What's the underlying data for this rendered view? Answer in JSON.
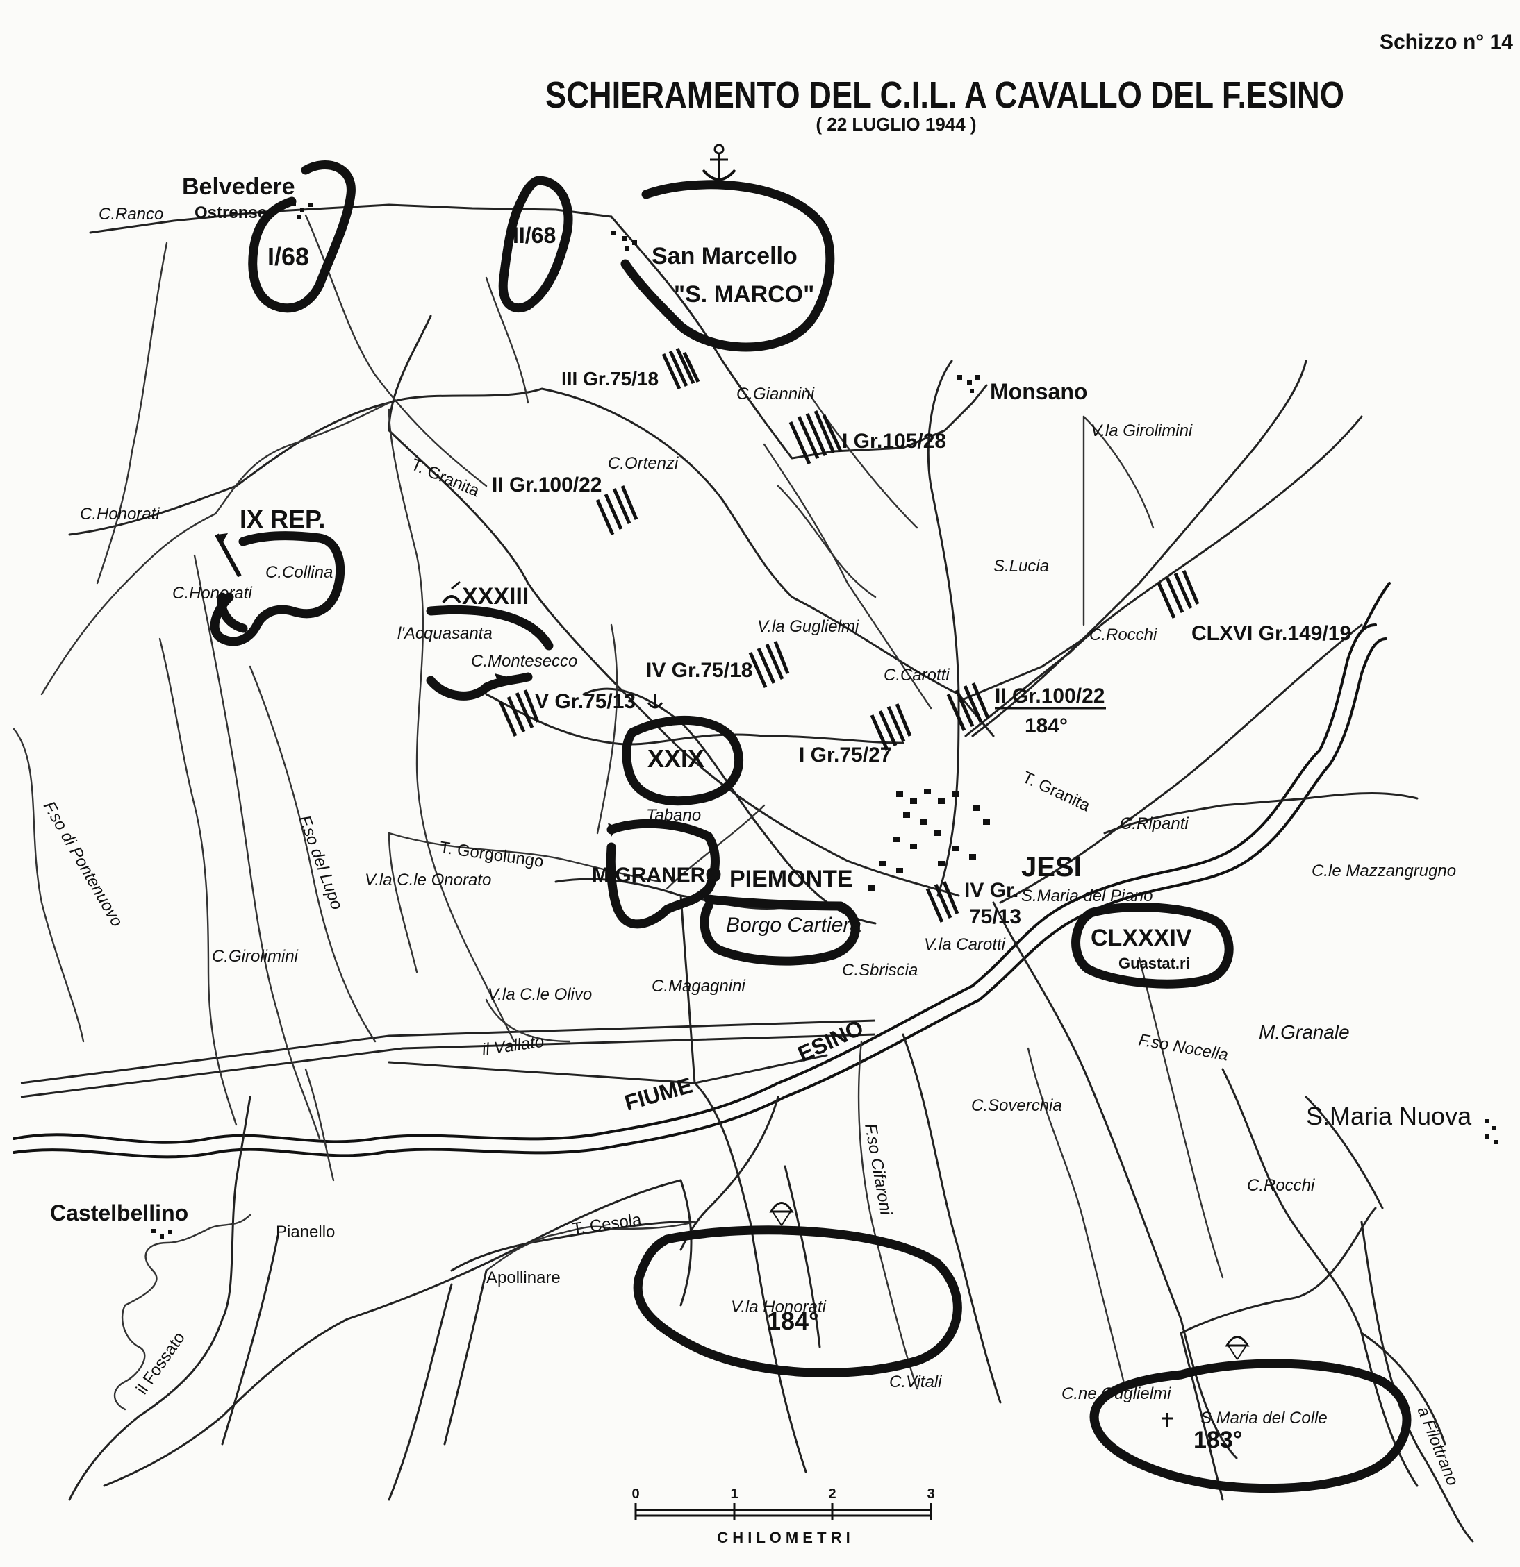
{
  "sketch_number": "Schizzo n° 14",
  "title": "SCHIERAMENTO DEL C.I.L. A CAVALLO DEL F.ESINO",
  "subtitle": "( 22 LUGLIO 1944 )",
  "towns": {
    "belvedere": "Belvedere",
    "ostrense": "Ostrense",
    "san_marcello": "San Marcello",
    "monsano": "Monsano",
    "jesi": "JESI",
    "castelbellino": "Castelbellino",
    "s_maria_nuova": "S.Maria Nuova"
  },
  "units": {
    "i_68": "I/68",
    "ii_68": "II/68",
    "s_marco": "\"S. MARCO\"",
    "ix_rep": "IX REP.",
    "xxxiii": "XXXIII",
    "xxix": "XXIX",
    "m_granero": "M.GRANERO",
    "piemonte": "PIEMONTE",
    "borgo_cartiera": "Borgo Cartiera",
    "clxxxiv": "CLXXXIV",
    "guastatori": "Guastat.ri",
    "div_184_label": "184°",
    "div_183_label": "183°"
  },
  "artillery": {
    "iii_gr_75_18": "III Gr.75/18",
    "i_gr_105_28": "I Gr.105/28",
    "ii_gr_100_22_north": "II Gr.100/22",
    "iv_gr_75_18": "IV Gr.75/18",
    "v_gr_75_13": "V Gr.75/13",
    "i_gr_75_27": "I Gr.75/27",
    "ii_gr_100_22_east": "II Gr.100/22",
    "ii_gr_184": "184°",
    "clxvi_gr_149_19": "CLXVI Gr.149/19",
    "iv_gr": "IV Gr.",
    "iv_gr_calibre": "75/13"
  },
  "places": {
    "c_ranco": "C.Ranco",
    "c_giannini": "C.Giannini",
    "c_ortenzi": "C.Ortenzi",
    "v_girolimini": "V.la Girolimini",
    "c_honorati_west": "C.Honorati",
    "c_honorati": "C.Honorati",
    "c_collina": "C.Collina",
    "t_granita_north": "T. Granita",
    "s_lucia": "S.Lucia",
    "v_guglielmi": "V.la Guglielmi",
    "c_rocchi_north": "C.Rocchi",
    "l_acquasanta": "l'Acquasanta",
    "c_montesecco": "C.Montesecco",
    "c_carotti": "C.Carotti",
    "tabano": "Tabano",
    "t_granita_east": "T. Granita",
    "c_ripanti": "C.Ripanti",
    "c_mazzangrugno": "C.le Mazzangrugno",
    "t_gorgolungo": "T. Gorgolungo",
    "v_c_onorato": "V.la C.le Onorato",
    "fosso_del_lupo": "F.so del Lupo",
    "fosso_di_pontenuovo": "F.so di Pontenuovo",
    "s_maria_del_piano": "S.Maria del Piano",
    "v_carotti": "V.la Carotti",
    "c_sbriscia": "C.Sbriscia",
    "c_girolimini": "C.Girolimini",
    "v_c_olivo": "V.la C.le Olivo",
    "c_magagnini": "C.Magagnini",
    "m_granale": "M.Granale",
    "fosso_nocella": "F.so Nocella",
    "il_vallato": "il Vallato",
    "fiume": "FIUME",
    "esino": "ESINO",
    "c_soverchia": "C.Soverchia",
    "fosso_cifaroni": "F.so Cifaroni",
    "c_rocchi_south": "C.Rocchi",
    "pianello": "Pianello",
    "t_cesola": "T. Cesola",
    "apollinare": "Apollinare",
    "il_fossato": "il Fossato",
    "v_honorati": "V.la Honorati",
    "c_vitali": "C.Vitali",
    "c_guglielmi": "C.ne Guglielmi",
    "s_maria_del_colle": "S.Maria del Colle",
    "a_filottrano": "a Filottrano"
  },
  "scale": {
    "ticks": [
      "0",
      "1",
      "2",
      "3"
    ],
    "unit_label": "C H I L O M E T R I"
  },
  "colors": {
    "ink": "#111111",
    "paper": "#fbfbf9"
  }
}
